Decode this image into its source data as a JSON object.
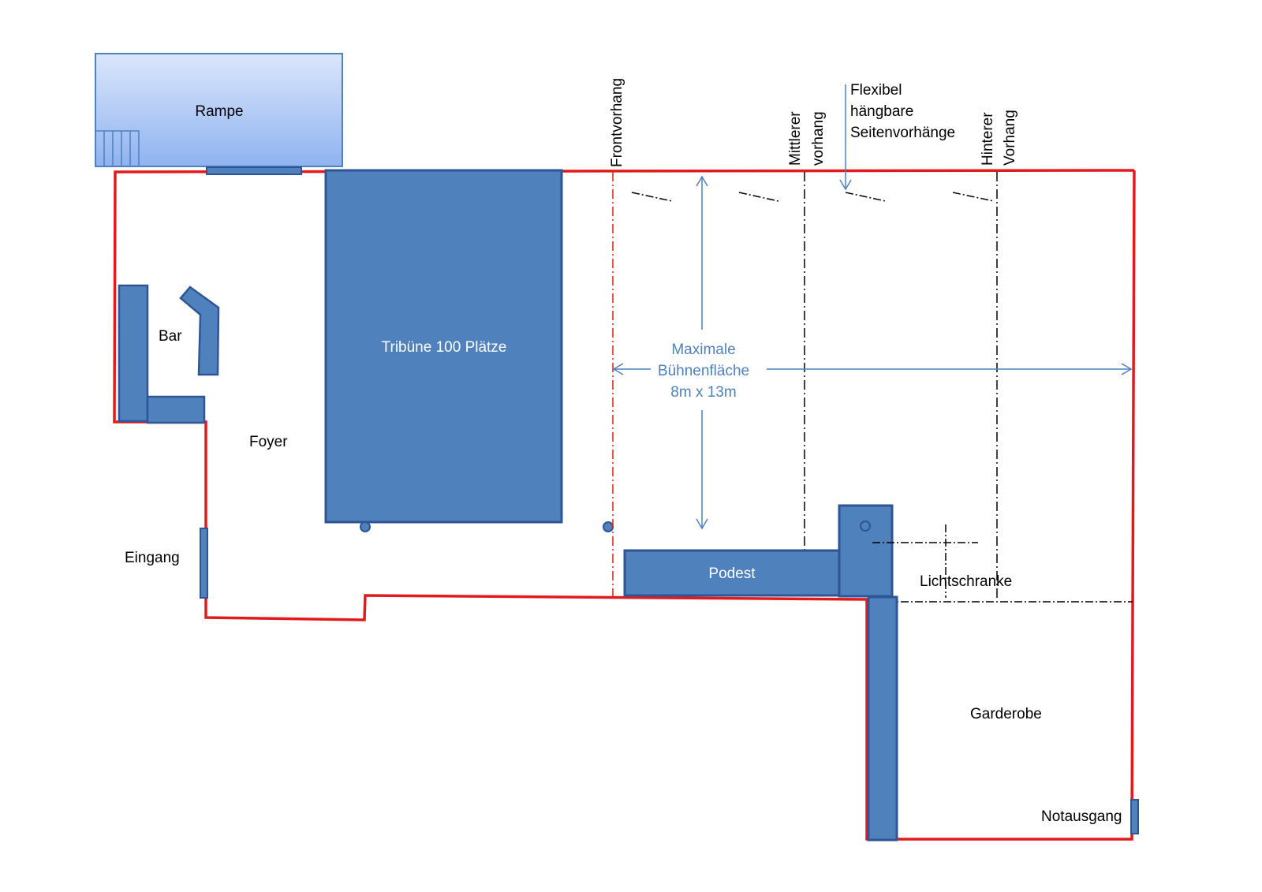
{
  "labels": {
    "rampe": "Rampe",
    "bar": "Bar",
    "foyer": "Foyer",
    "eingang": "Eingang",
    "tribuene": "Tribüne 100 Plätze",
    "podest": "Podest",
    "lichtschranke": "Lichtschranke",
    "garderobe": "Garderobe",
    "notausgang": "Notausgang",
    "frontvorhang": "Frontvorhang",
    "mittlerer_vorhang": [
      "Mittlerer",
      "vorhang"
    ],
    "hinterer_vorhang": [
      "Hinterer",
      "Vorhang"
    ],
    "seitenvorhaenge": [
      "Flexibel",
      "hängbare",
      "Seitenvorhänge"
    ],
    "buehnenflaeche": [
      "Maximale",
      "Bühnenfläche",
      "8m x 13m"
    ]
  },
  "colors": {
    "wall": "#e31a1c",
    "element_fill": "#4f81bd",
    "element_stroke": "#2f5597",
    "dimension": "#4f81bd",
    "curtain_line": "#000000",
    "rampe_top": "#dbe6fb",
    "rampe_bottom": "#8fb3f0"
  }
}
